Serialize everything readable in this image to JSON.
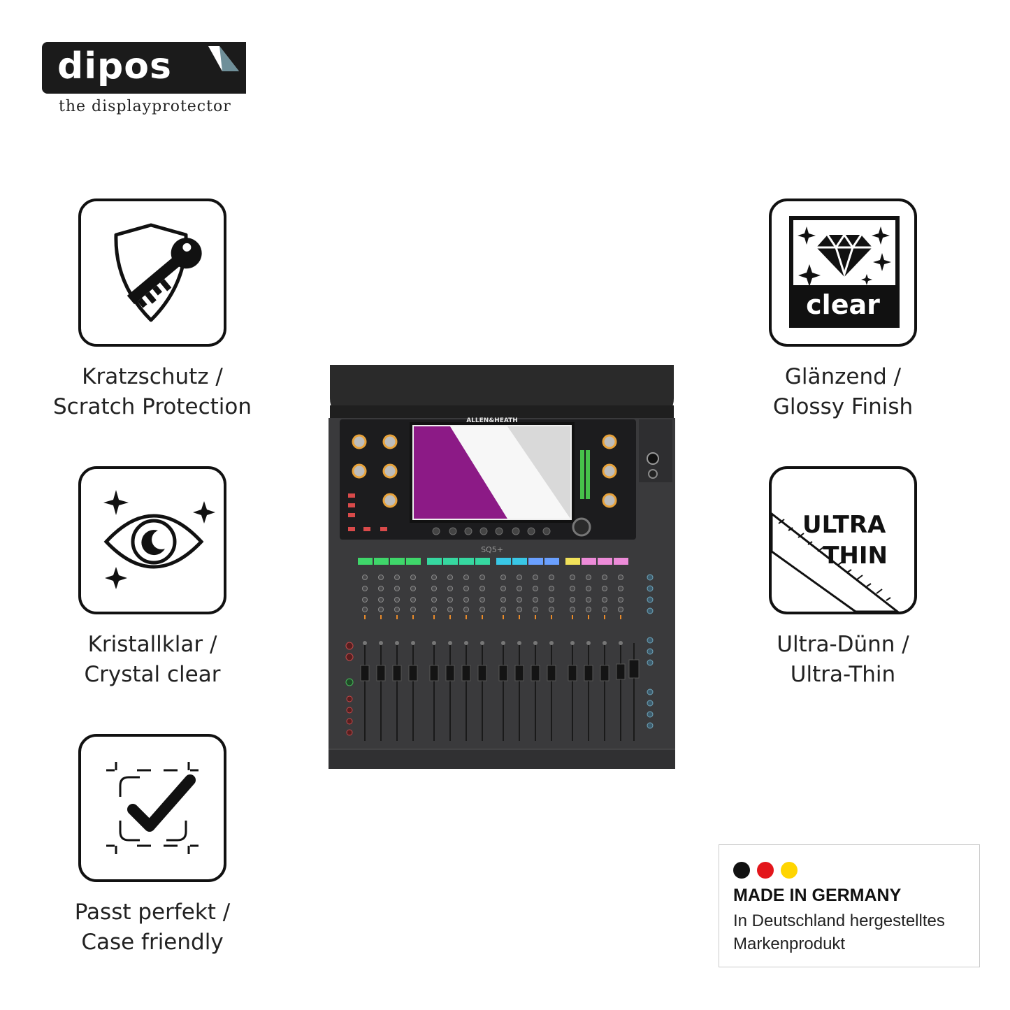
{
  "brand": {
    "logo_text": "dipos",
    "tagline": "the displayprotector"
  },
  "features": [
    {
      "id": "scratch",
      "icon": "shield-key-icon",
      "line1": "Kratzschutz /",
      "line2": "Scratch Protection"
    },
    {
      "id": "crystal",
      "icon": "eye-sparkle-icon",
      "line1": "Kristallklar /",
      "line2": "Crystal clear"
    },
    {
      "id": "fit",
      "icon": "check-frame-icon",
      "line1": "Passt perfekt /",
      "line2": "Case friendly"
    },
    {
      "id": "glossy",
      "icon": "diamond-clear-icon",
      "icon_text": "clear",
      "line1": "Glänzend /",
      "line2": "Glossy Finish"
    },
    {
      "id": "thin",
      "icon": "ruler-ultra-thin-icon",
      "icon_text_1": "ULTRA",
      "icon_text_2": "THIN",
      "line1": "Ultra-Dünn /",
      "line2": "Ultra-Thin"
    }
  ],
  "product": {
    "brand_label": "ALLEN&HEATH",
    "model_label": "SQ5+"
  },
  "badge": {
    "title": "MADE IN GERMANY",
    "subtitle": "In Deutschland hergestelltes Markenprodukt",
    "flag_colors": [
      "#111111",
      "#e3161b",
      "#ffd500"
    ]
  },
  "colors": {
    "ink": "#111111",
    "screen_magenta": "#8c1a86"
  }
}
